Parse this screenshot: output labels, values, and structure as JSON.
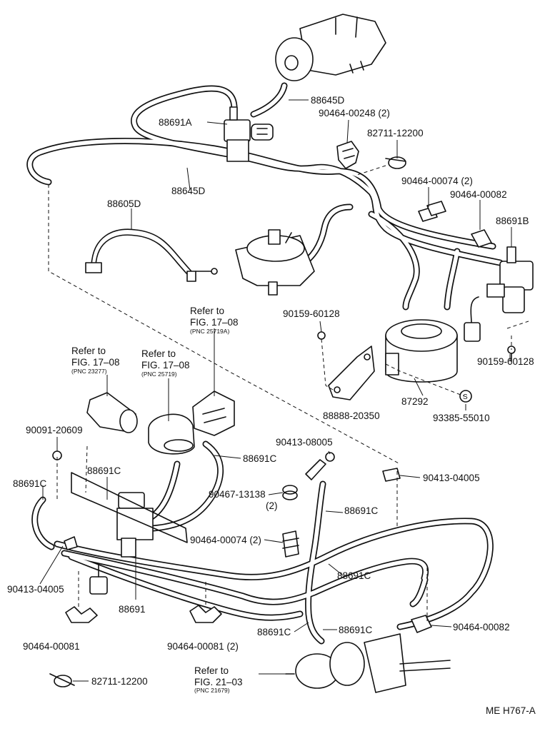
{
  "diagram": {
    "drawing_code": "ME H767-A",
    "callouts": {
      "p88645D_top": "88645D",
      "p88691A": "88691A",
      "p90464_00248": "90464-00248 (2)",
      "p82711_top": "82711-12200",
      "p88645D_mid": "88645D",
      "p90464_00074_top": "90464-00074 (2)",
      "p90464_00082_top": "90464-00082",
      "p88691B": "88691B",
      "p88605D": "88605D",
      "p90159_a": "90159-60128",
      "p90159_b": "90159-60128",
      "p87292": "87292",
      "p88888": "88888-20350",
      "p93385": "93385-55010",
      "p90091": "90091-20609",
      "p88691C_a": "88691C",
      "p88691C_b": "88691C",
      "p88691C_c": "88691C",
      "p90413_08005": "90413-08005",
      "p90413_04005_r": "90413-04005",
      "p90467": "90467-13138",
      "p90467_qty": "(2)",
      "p88691C_d": "88691C",
      "p90464_00074_mid": "90464-00074 (2)",
      "p88691C_e": "88691C",
      "p90413_04005_l": "90413-04005",
      "p88691": "88691",
      "p88691C_f": "88691C",
      "p88691C_g": "88691C",
      "p90464_00082_bot": "90464-00082",
      "p90464_00081_l": "90464-00081",
      "p90464_00081_m": "90464-00081 (2)",
      "p82711_bot": "82711-12200"
    },
    "references": {
      "r1708a": {
        "line1": "Refer to",
        "line2": "FIG. 17–08",
        "pnc": "(PNC 23277)"
      },
      "r1708b": {
        "line1": "Refer to",
        "line2": "FIG. 17–08",
        "pnc": "(PNC 25719)"
      },
      "r1708c": {
        "line1": "Refer to",
        "line2": "FIG. 17–08",
        "pnc": "(PNC 25719A)"
      },
      "r2103": {
        "line1": "Refer to",
        "line2": "FIG. 21–03",
        "pnc": "(PNC 21679)"
      }
    }
  }
}
